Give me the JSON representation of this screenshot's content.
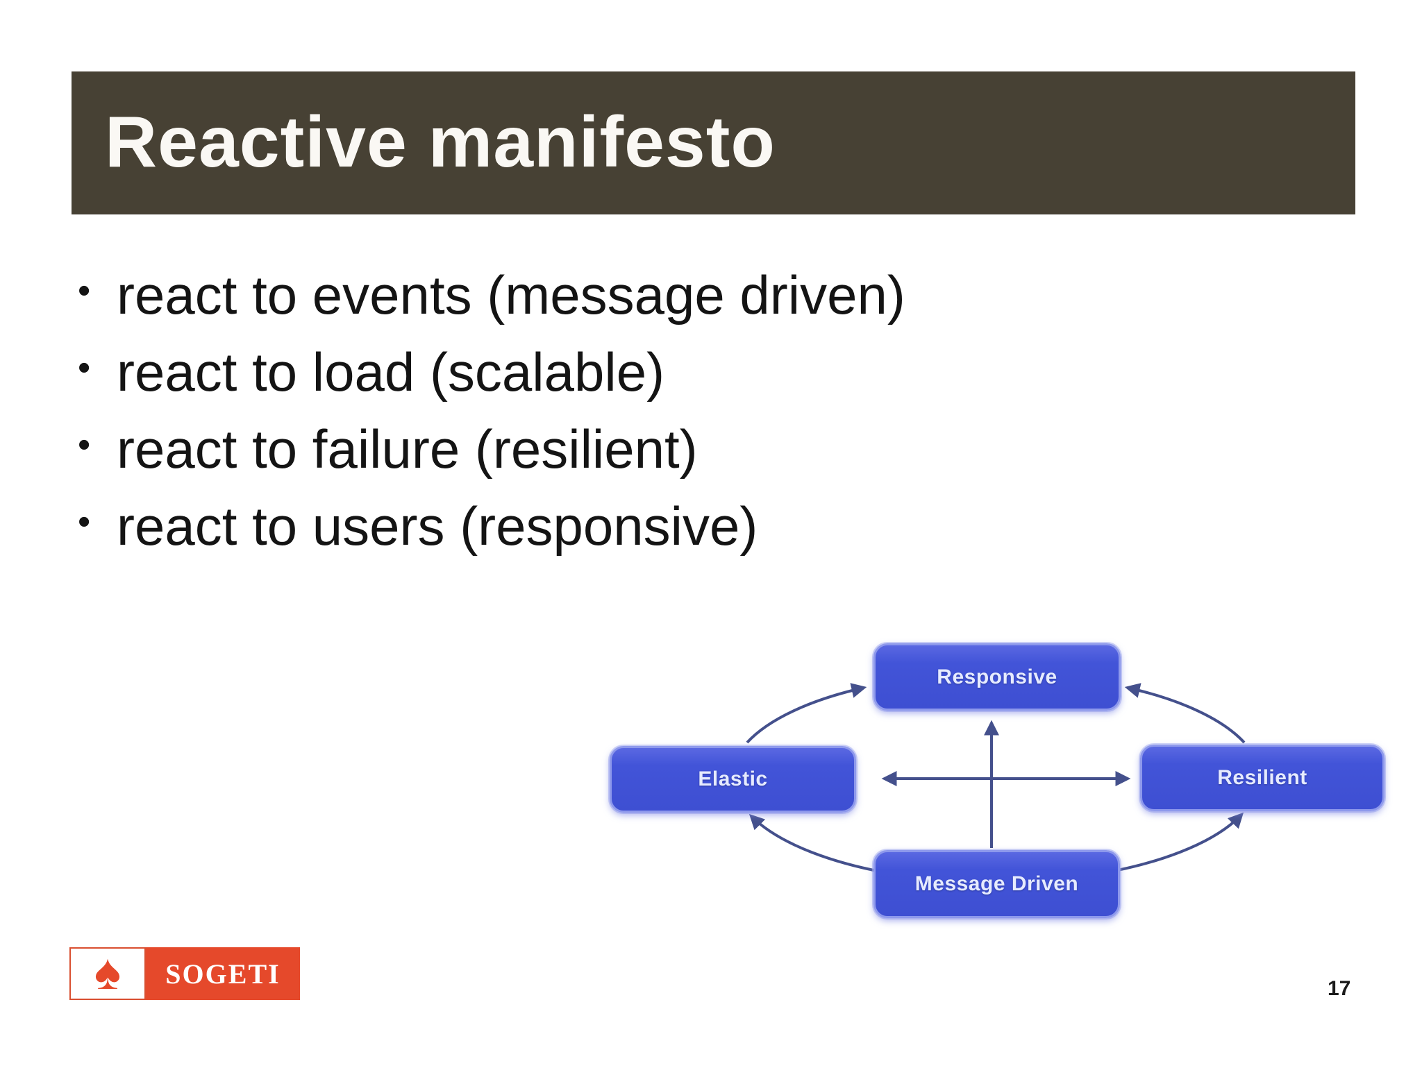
{
  "slide": {
    "title": "Reactive manifesto",
    "bullets": [
      "react to events (message driven)",
      "react to load (scalable)",
      "react to failure (resilient)",
      "react to users (responsive)"
    ],
    "page_number": "17"
  },
  "diagram": {
    "nodes": [
      {
        "id": "responsive",
        "label": "Responsive"
      },
      {
        "id": "elastic",
        "label": "Elastic"
      },
      {
        "id": "resilient",
        "label": "Resilient"
      },
      {
        "id": "message_driven",
        "label": "Message Driven"
      }
    ],
    "colors": {
      "node_fill": "#4254d8",
      "node_border": "#8e99ec",
      "node_text": "#e6ebff",
      "arrow": "#44508c"
    }
  },
  "logo": {
    "company": "SOGETI",
    "spade_icon": "♠",
    "red": "#e5492b"
  },
  "colors": {
    "title_bar": "#474134",
    "title_text": "#faf8f4",
    "body_text": "#141414",
    "background": "#ffffff"
  }
}
